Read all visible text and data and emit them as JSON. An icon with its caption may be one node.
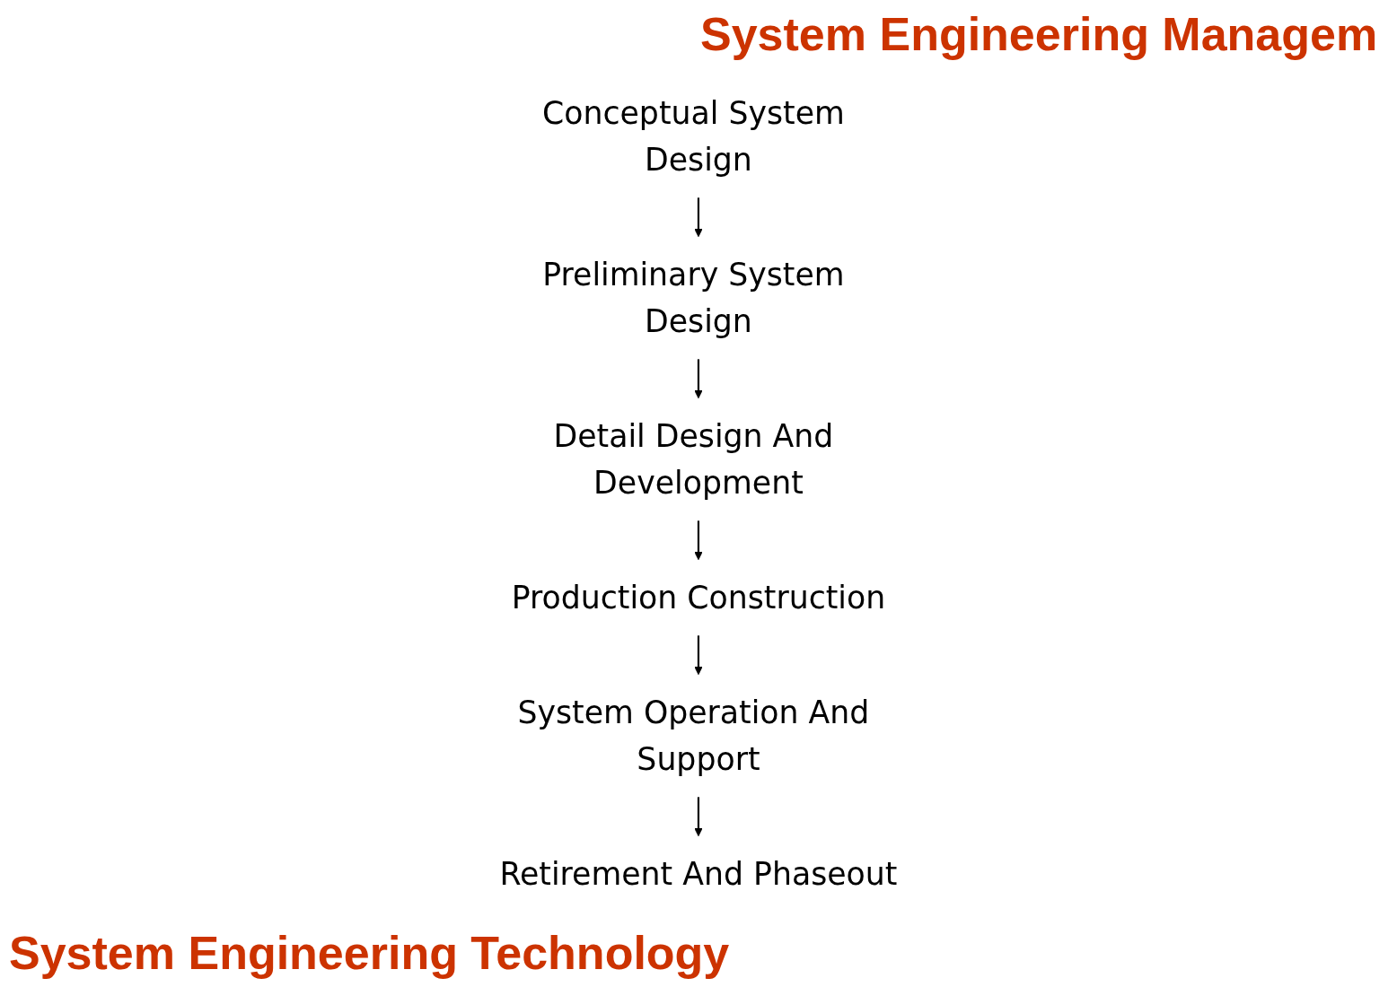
{
  "diagram": {
    "nodes": [
      {
        "text": [
          "Conceptual System Design"
        ]
      },
      {
        "text": [
          "Preliminary System Design"
        ]
      },
      {
        "text": [
          "Detail Design And Development"
        ]
      },
      {
        "text": [
          "Production Construction"
        ]
      },
      {
        "text": [
          "System Operation And Support"
        ]
      },
      {
        "text": [
          "Retirement And Phaseout"
        ]
      }
    ],
    "edges": [
      {
        "from": 0,
        "to": 1,
        "arrow": "to"
      },
      {
        "from": 1,
        "to": 2,
        "arrow": "to"
      },
      {
        "from": 2,
        "to": 3,
        "arrow": "to"
      },
      {
        "from": 3,
        "to": 4,
        "arrow": "to"
      },
      {
        "from": 4,
        "to": 5,
        "arrow": "to"
      }
    ],
    "labels": [
      "System Engineering Managem",
      "System Engineering Technology"
    ]
  }
}
